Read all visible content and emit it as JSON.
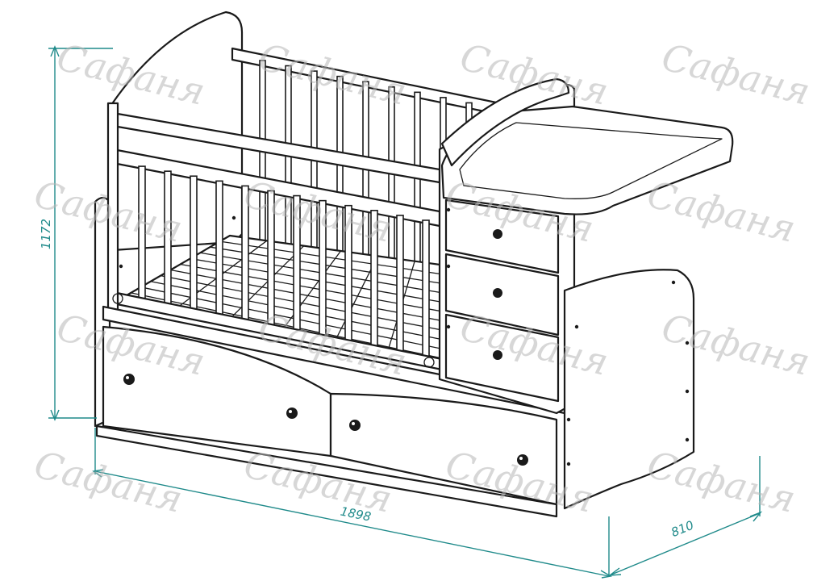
{
  "dimensions": {
    "height": "1172",
    "length": "1898",
    "depth": "810"
  },
  "watermark": {
    "text": "Сафаня",
    "color": "#b8b8b8"
  },
  "colors": {
    "dimension_line": "#1f8a8a",
    "outline": "#1a1a1a"
  }
}
